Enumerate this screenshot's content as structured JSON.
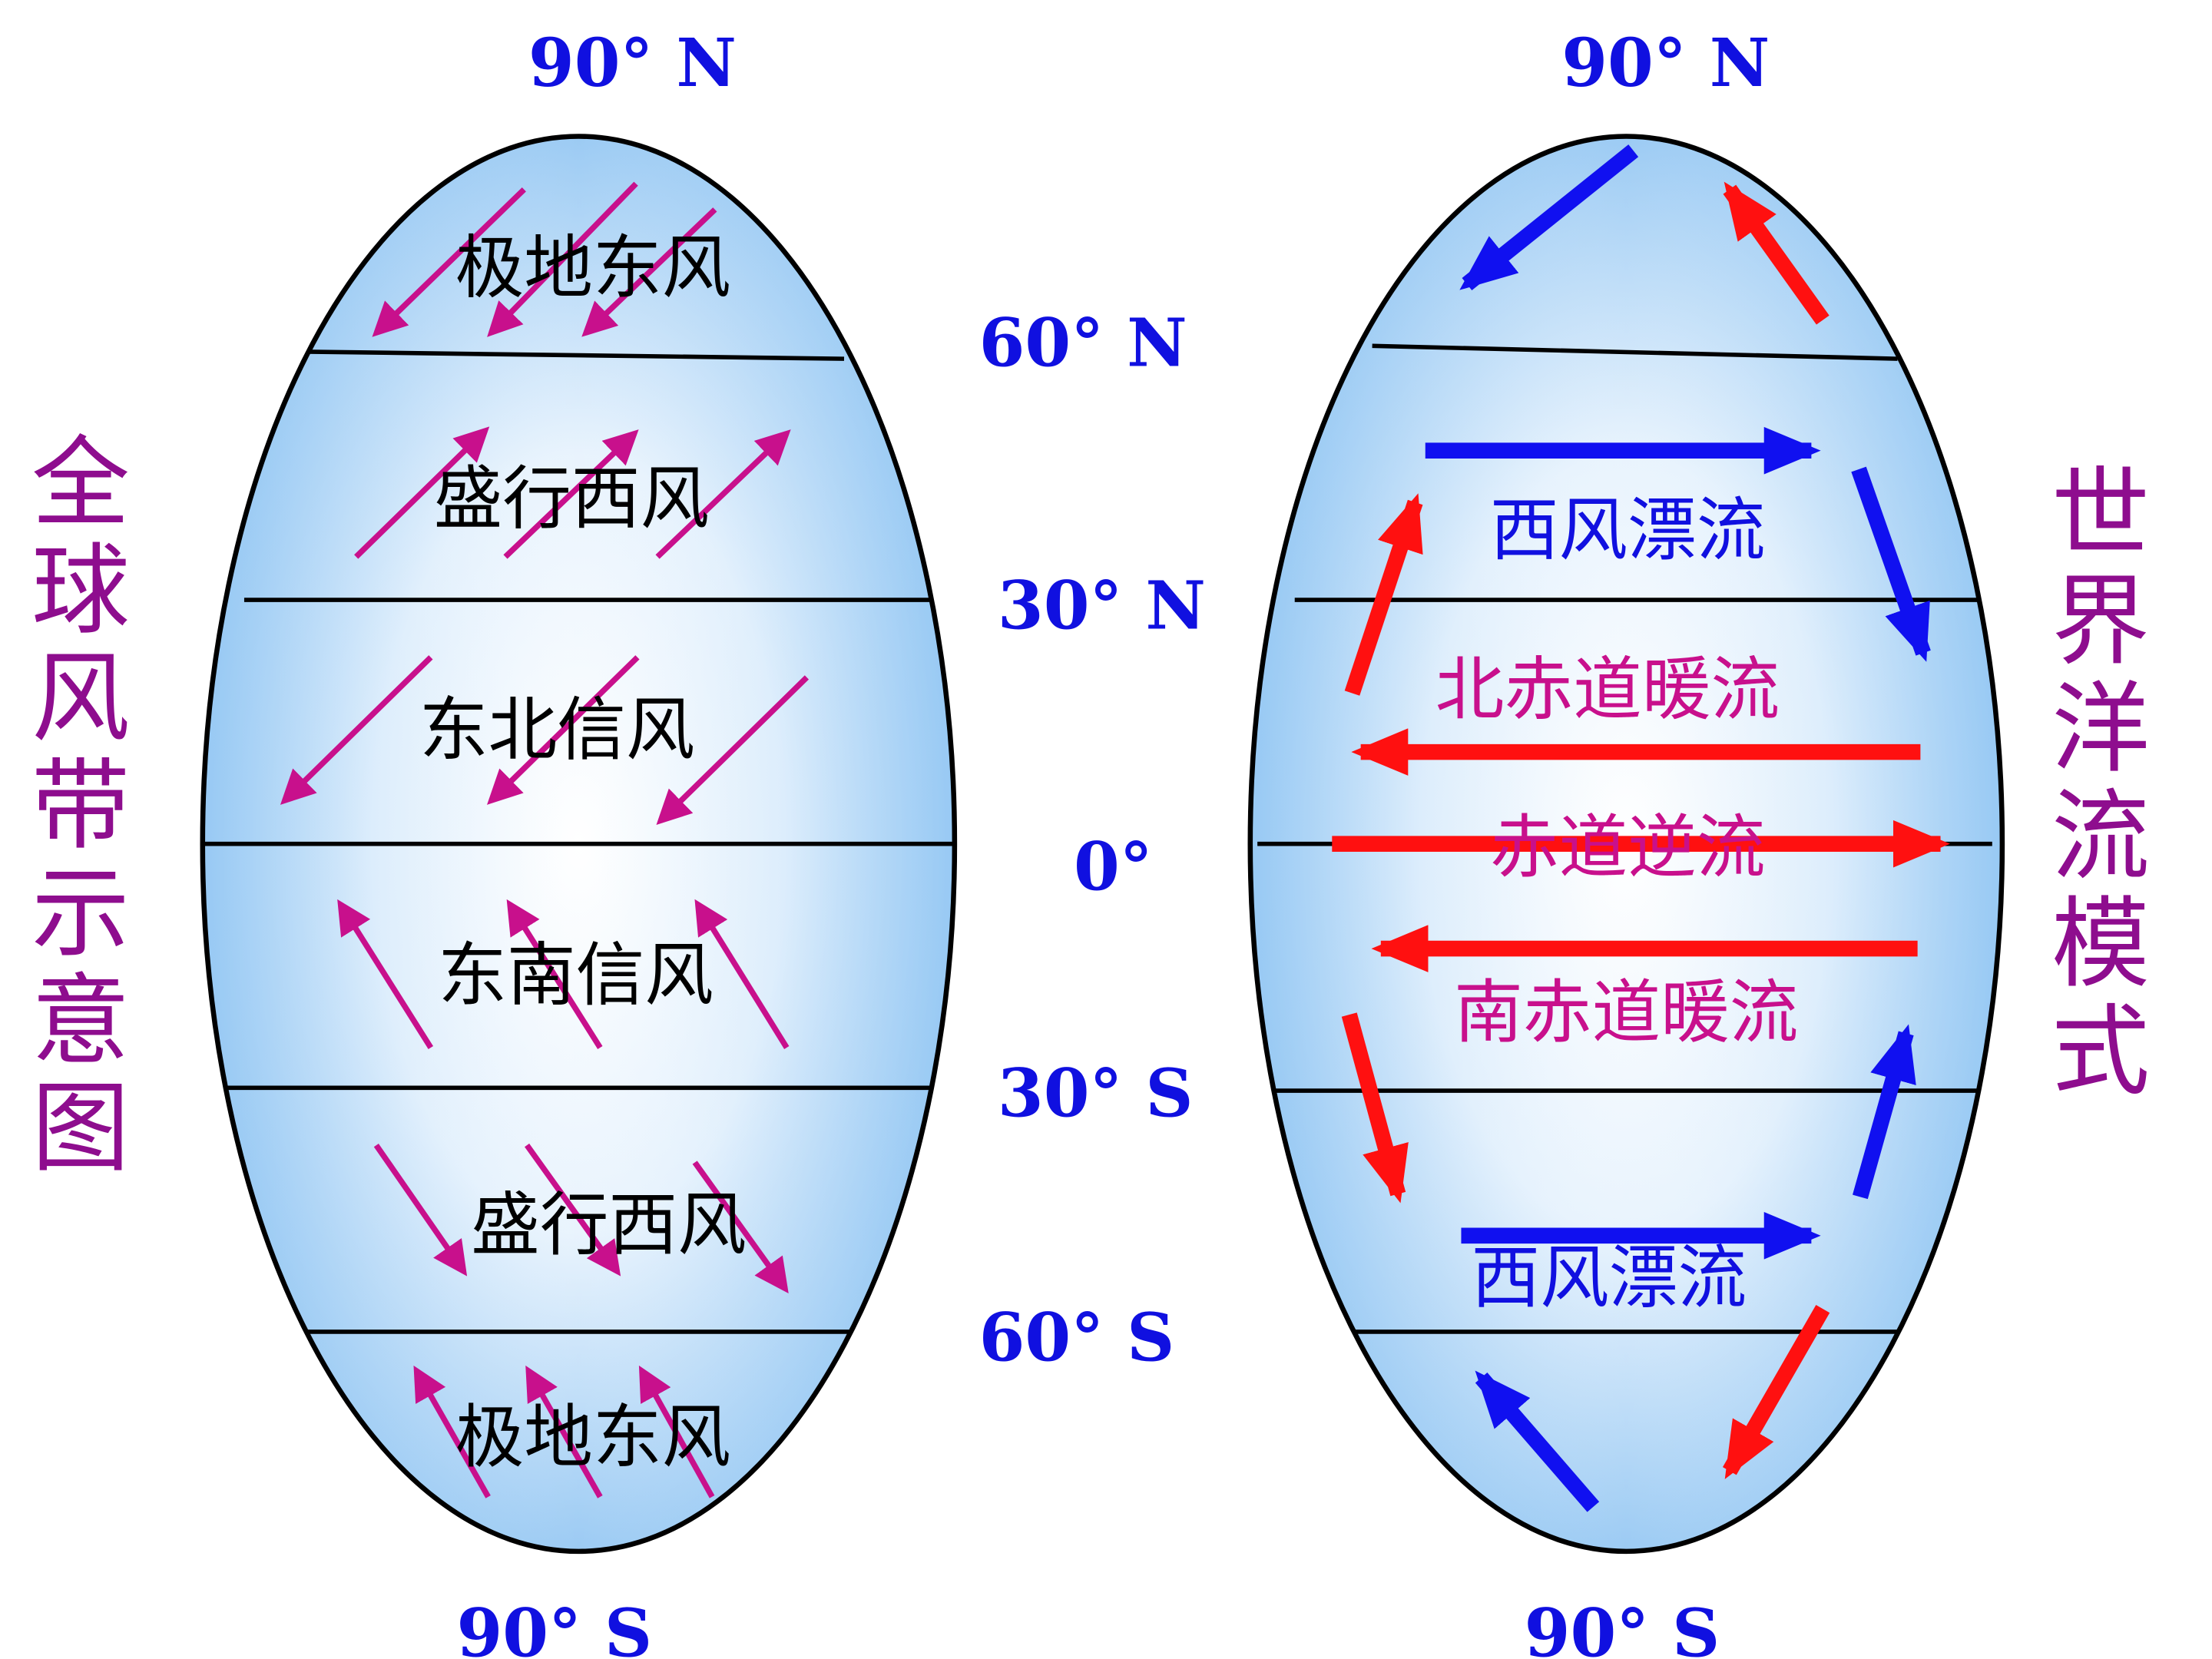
{
  "titles": {
    "left": "全球风带示意图",
    "right": "世界洋流模式"
  },
  "latitudes": {
    "north_pole": "90° N",
    "n60": "60° N",
    "n30": "30° N",
    "equator": "0°",
    "s30": "30° S",
    "s60": "60° S",
    "south_pole": "90° S"
  },
  "wind_belts": {
    "polar_easterlies_north": "极地东风",
    "westerlies_north": "盛行西风",
    "ne_trades": "东北信风",
    "se_trades": "东南信风",
    "westerlies_south": "盛行西风",
    "polar_easterlies_south": "极地东风"
  },
  "currents": {
    "west_wind_drift_north": "西风漂流",
    "north_equatorial": "北赤道暖流",
    "equatorial_counter": "赤道逆流",
    "south_equatorial": "南赤道暖流",
    "west_wind_drift_south": "西风漂流"
  },
  "colors": {
    "latitude_text": "#1010e0",
    "title_text": "#8e0d8e",
    "wind_arrow": "#c8108c",
    "warm_current": "#ff1010",
    "cold_current": "#1010f0",
    "current_label_warm": "#c8108c",
    "current_label_cold": "#1010e0",
    "ellipse_fill_center": "#ffffff",
    "ellipse_fill_edge": "#9ecdf5"
  }
}
